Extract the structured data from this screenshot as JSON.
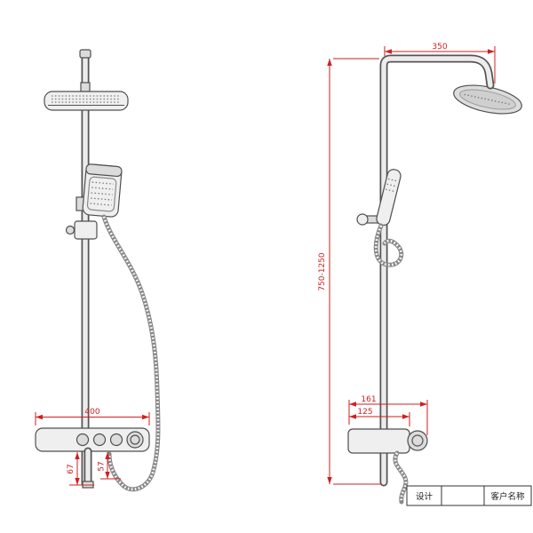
{
  "drawing": {
    "dims": {
      "shelf_width_front": "400",
      "outlet_drop_left": "67",
      "outlet_drop_right": "57",
      "arm_reach_top": "350",
      "column_height_range": "750-1250",
      "shelf_depth_total": "161",
      "shelf_depth_body": "125"
    },
    "title_block": {
      "design_label": "设计",
      "client_label": "客户名称"
    },
    "colors": {
      "dimension_red": "#cf1f1f",
      "drawing_line": "#4f4f4f"
    }
  }
}
